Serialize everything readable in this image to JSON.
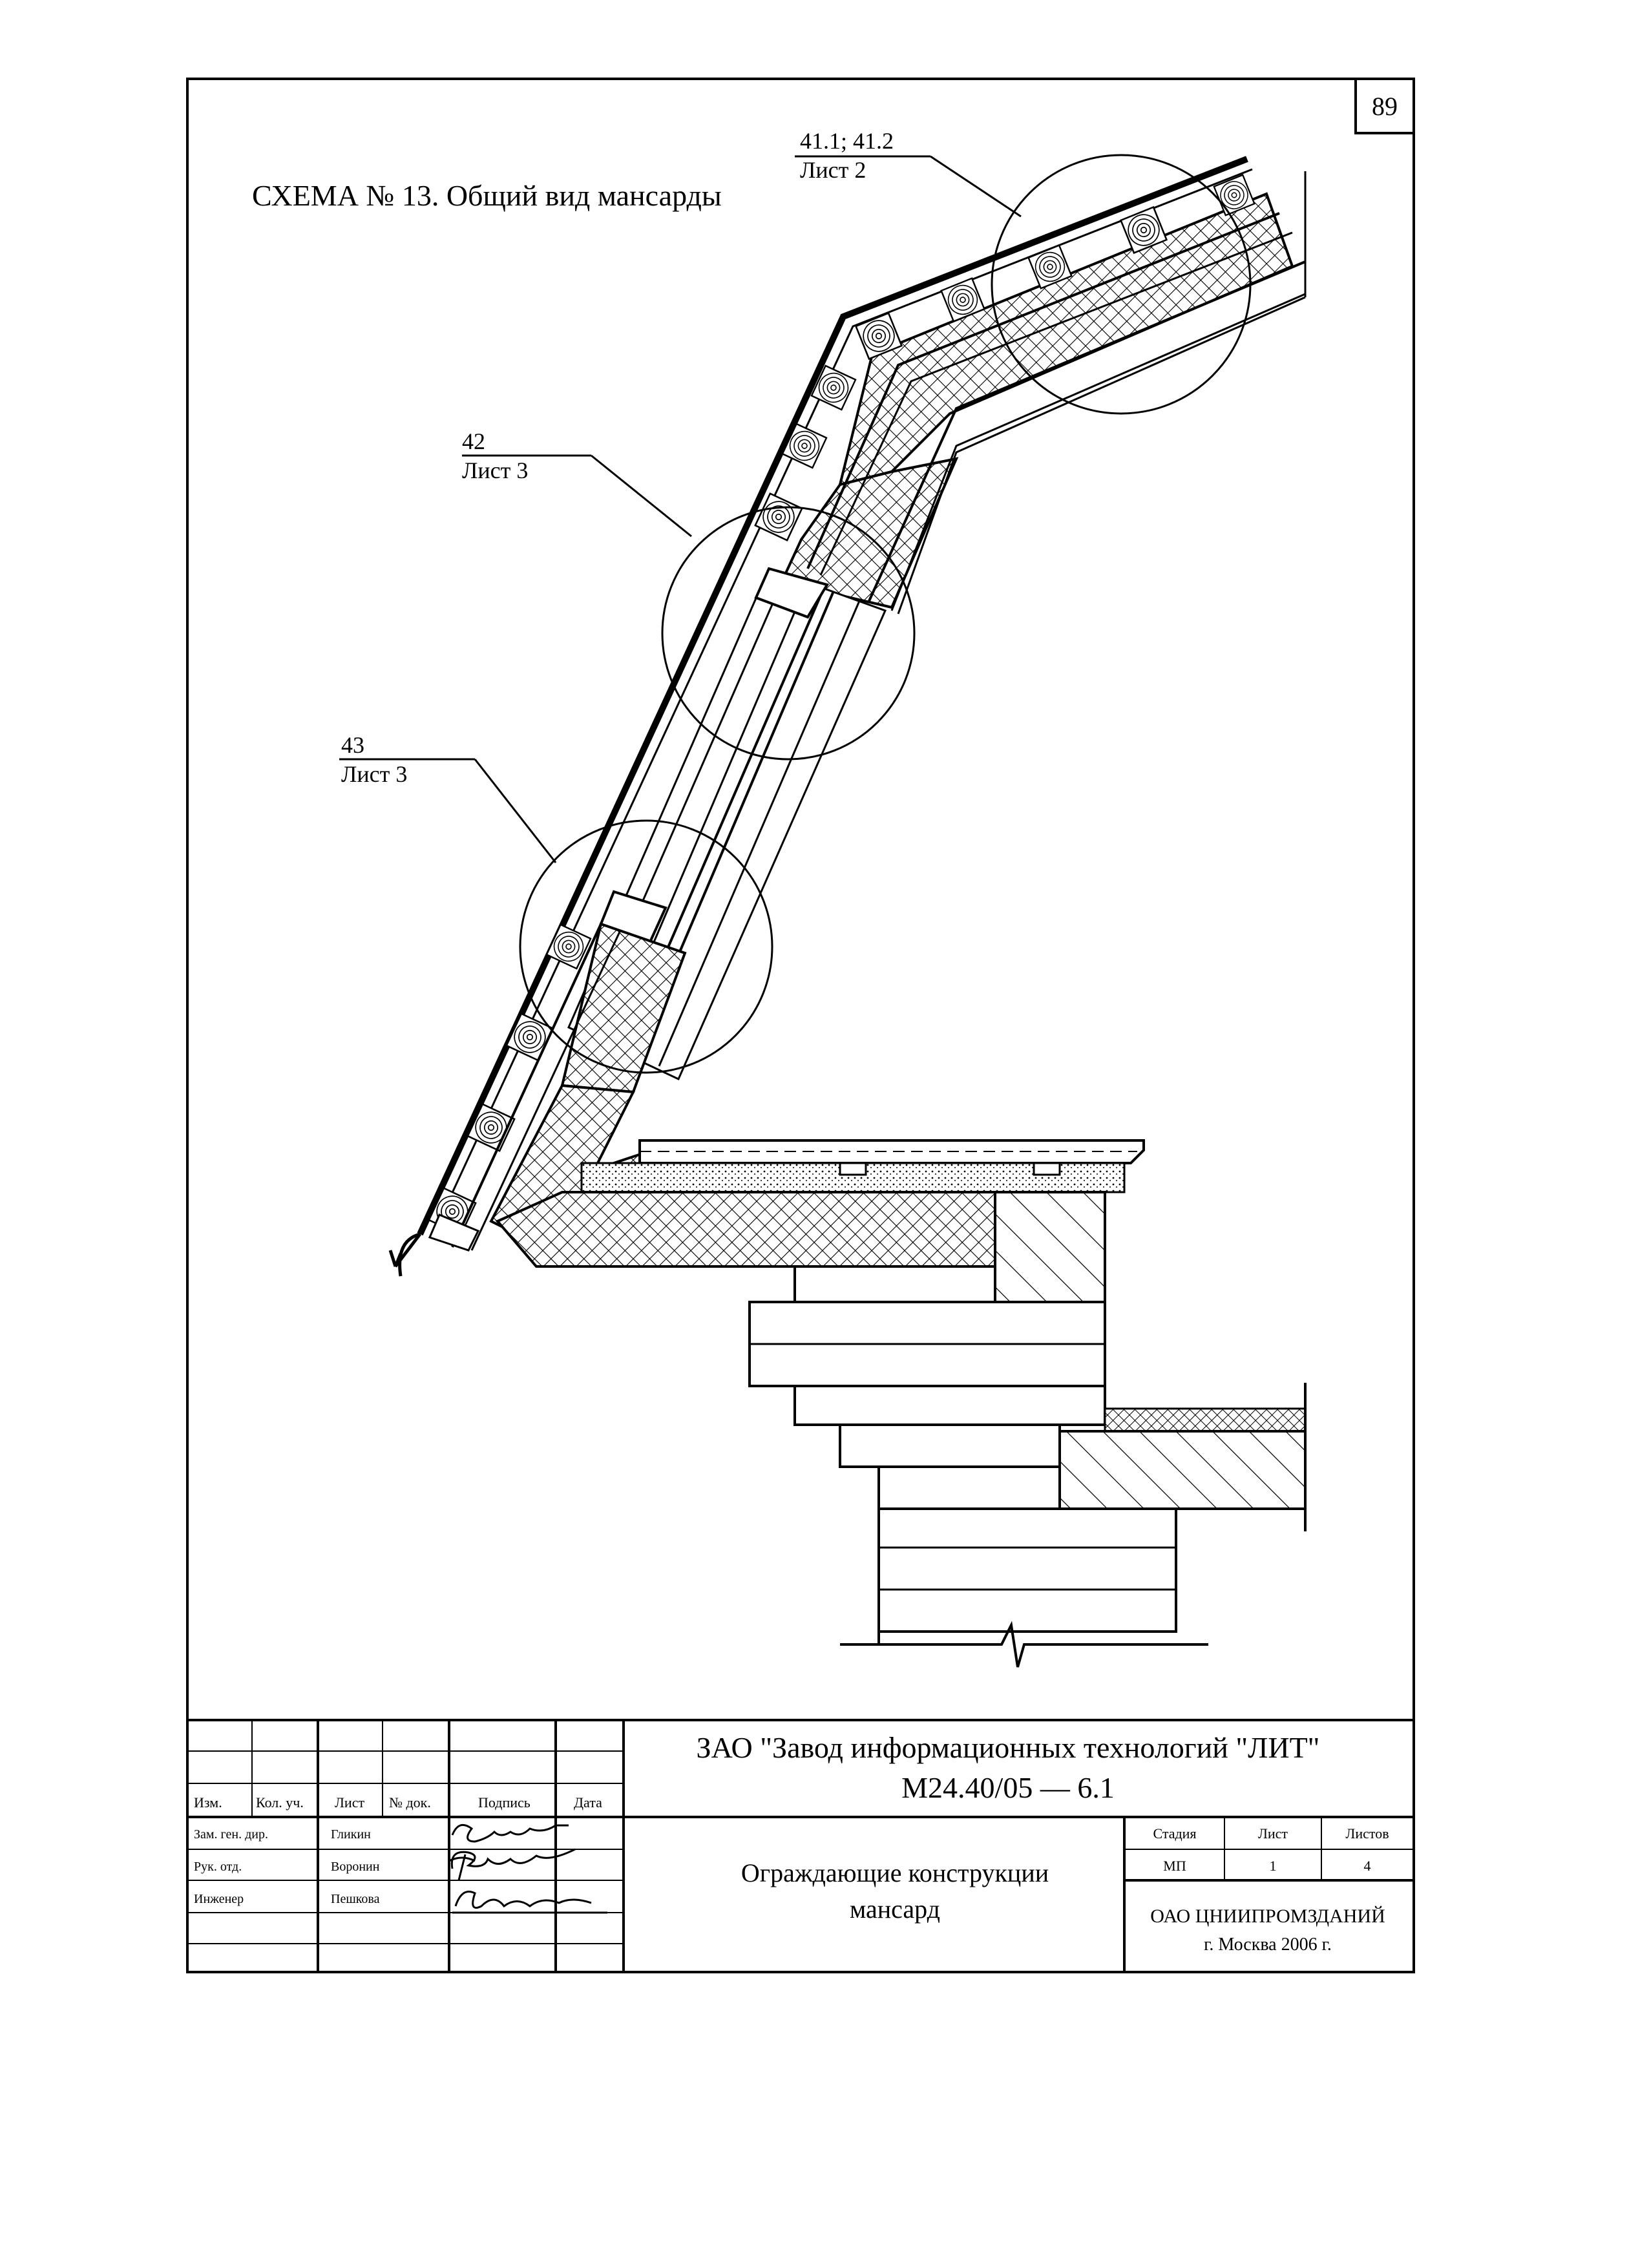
{
  "sheet_number": "89",
  "scheme_title": "СХЕМА № 13. Общий вид мансарды",
  "callouts": [
    {
      "number": "41.1; 41.2",
      "sheet": "Лист 2"
    },
    {
      "number": "42",
      "sheet": "Лист 3"
    },
    {
      "number": "43",
      "sheet": "Лист 3"
    }
  ],
  "title_block": {
    "company": "ЗАО \"Завод информационных технологий \"ЛИТ\"",
    "doc_code": "М24.40/05   —   6.1",
    "headers": [
      "Изм.",
      "Кол. уч.",
      "Лист",
      "№ док.",
      "Подпись",
      "Дата"
    ],
    "staff": [
      {
        "role": "Зам. ген. дир.",
        "name": "Гликин"
      },
      {
        "role": "Рук. отд.",
        "name": "Воронин"
      },
      {
        "role": "Инженер",
        "name": "Пешкова"
      }
    ],
    "drawing_title_line1": "Ограждающие конструкции",
    "drawing_title_line2": "мансард",
    "stage_header": "Стадия",
    "sheet_header": "Лист",
    "sheets_header": "Листов",
    "stage_value": "МП",
    "sheet_value": "1",
    "sheets_value": "4",
    "organization": "ОАО ЦНИИПРОМЗДАНИЙ",
    "city_year": "г. Москва 2006 г."
  }
}
